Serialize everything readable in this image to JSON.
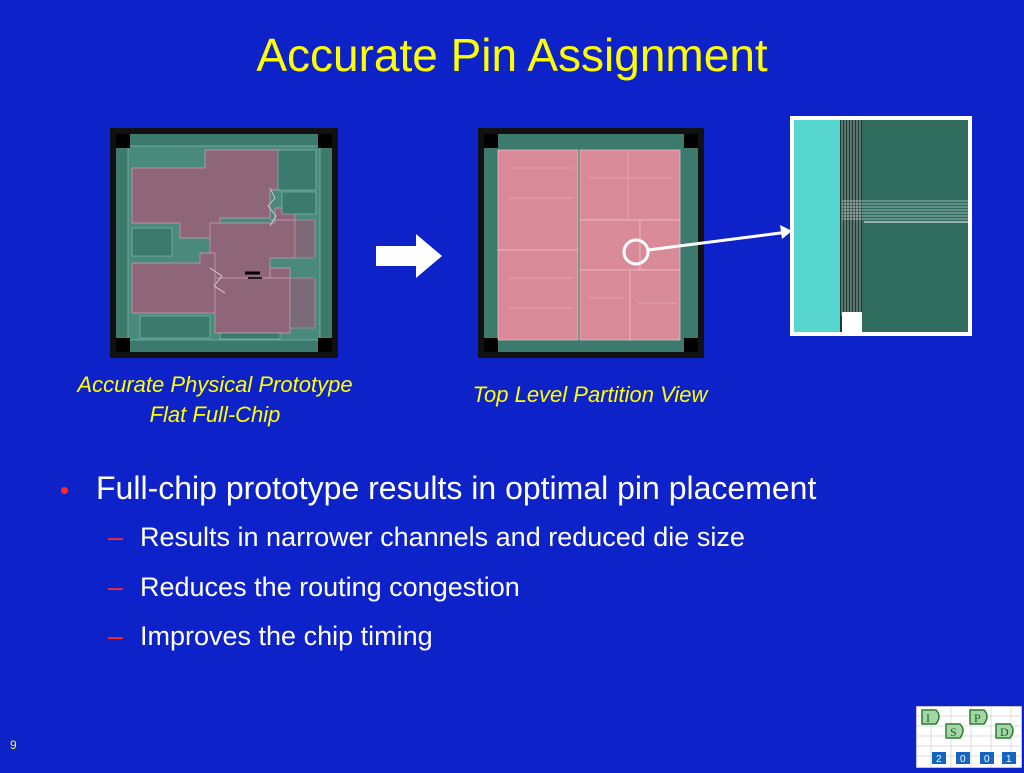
{
  "slide": {
    "title": "Accurate Pin Assignment",
    "page_number": "9"
  },
  "figures": {
    "left_caption_line1": "Accurate Physical Prototype",
    "left_caption_line2": "Flat Full-Chip",
    "middle_caption": "Top Level Partition View"
  },
  "bullets": {
    "main": "Full-chip prototype results in optimal pin placement",
    "main_marker": "•",
    "sub_marker": "–",
    "subs": [
      "Results in narrower channels and reduced die size",
      "Reduces the routing congestion",
      "Improves the chip timing"
    ]
  },
  "logo": {
    "letters": [
      "I",
      "S",
      "P",
      "D"
    ],
    "year_digits": [
      "2",
      "0",
      "0",
      "1"
    ]
  },
  "colors": {
    "background": "#0d22c8",
    "title": "#ffff00",
    "text": "#ffffff",
    "marker": "#ff2a2a",
    "chip_teal": "#3b7a6c",
    "chip_module": "#8f6678",
    "partition_pink": "#d98a99",
    "zoom_cyan": "#57d6cf"
  }
}
